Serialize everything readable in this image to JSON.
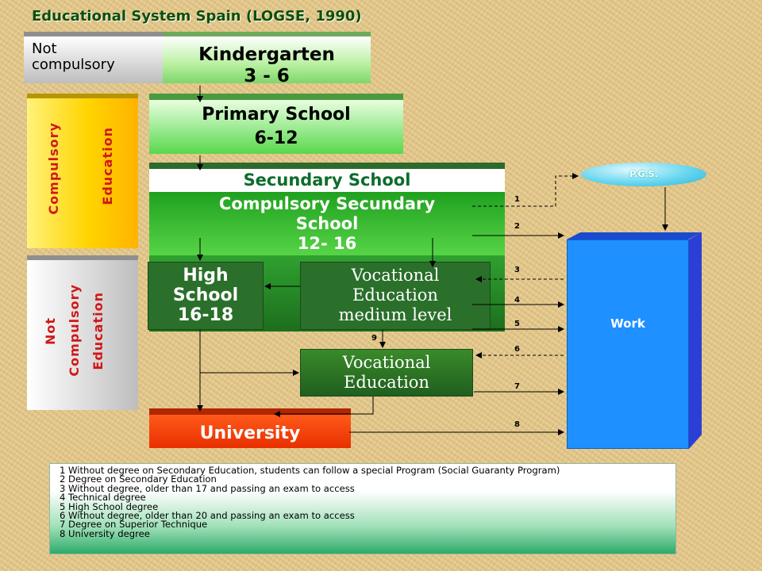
{
  "title": "Educational System Spain (LOGSE, 1990)",
  "boxes": {
    "not_compulsory": [
      "Not",
      "compulsory"
    ],
    "kindergarten": [
      "Kindergarten",
      "3 - 6"
    ],
    "primary": [
      "Primary School",
      "6-12"
    ],
    "secundary": "Secundary School",
    "compulsory_secundary": [
      "Compulsory Secundary",
      "School",
      "12- 16"
    ],
    "high_school": [
      "High",
      "School",
      "16-18"
    ],
    "vocational_medium": [
      "Vocational",
      "Education",
      "medium level"
    ],
    "vocational": [
      "Vocational",
      "Education"
    ],
    "university": "University",
    "work": "Work",
    "pgs": "P.G.S."
  },
  "side_labels": {
    "compulsory": [
      "Compulsory",
      "Education"
    ],
    "not_compulsory": [
      "Not",
      "Compulsory",
      "Education"
    ]
  },
  "path_numbers": [
    "1",
    "2",
    "3",
    "4",
    "5",
    "6",
    "7",
    "8",
    "9"
  ],
  "legend": [
    "1 Without degree on Secondary Education, students can follow a special Program (Social Guaranty Program)",
    "2 Degree on Secondary Education",
    "3 Without degree, older than 17 and passing an exam to access",
    "4 Technical degree",
    "5 High School degree",
    "6 Without degree, older than 20 and passing an exam to access",
    "7 Degree on Superior Technique",
    "8 University degree"
  ]
}
